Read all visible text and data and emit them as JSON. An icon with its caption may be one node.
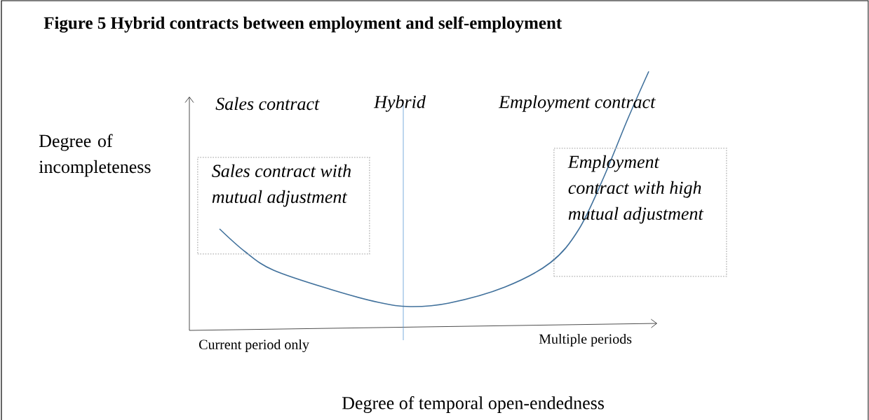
{
  "diagram": {
    "title": "Figure 5 Hybrid contracts between employment and self-employment",
    "nodes": [
      {
        "text": [
          "Sales contract with mutual adjustment"
        ]
      },
      {
        "text": [
          "Employment contract with high mutual adjustment"
        ]
      }
    ],
    "edges": [],
    "labels": [
      "Sales contract",
      "Hybrid",
      "Employment contract",
      "Degree of incompleteness",
      "Current period only",
      "Multiple periods",
      "Degree of temporal open-endedness"
    ]
  }
}
